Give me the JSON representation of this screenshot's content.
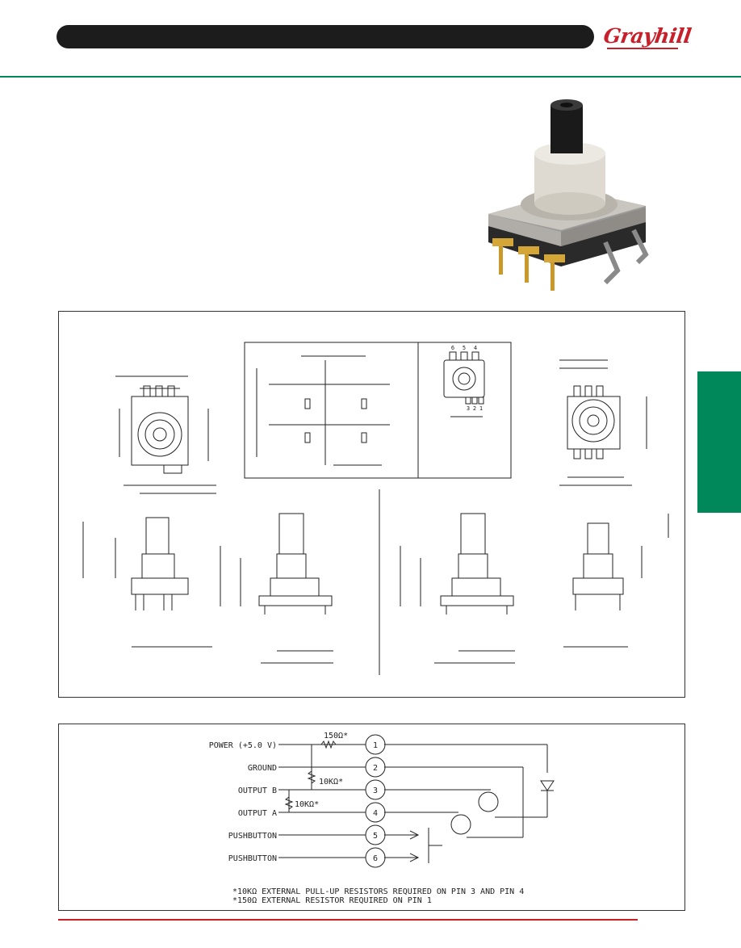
{
  "header": {
    "logo_text": "Grayhill",
    "brand_color": "#c8202a",
    "accent_color": "#00885a"
  },
  "schematic": {
    "labels": [
      "POWER (+5.0 V)",
      "GROUND",
      "OUTPUT B",
      "OUTPUT A",
      "PUSHBUTTON",
      "PUSHBUTTON"
    ],
    "pins": [
      "1",
      "2",
      "3",
      "4",
      "5",
      "6"
    ],
    "resistors": [
      "150Ω*",
      "10KΩ*",
      "10KΩ*"
    ],
    "notes": [
      "*10KΩ EXTERNAL PULL-UP RESISTORS REQUIRED ON PIN 3 AND PIN 4",
      "*150Ω EXTERNAL RESISTOR REQUIRED ON PIN 1"
    ]
  },
  "pinout_view": {
    "top_pins": [
      "6",
      "5",
      "4"
    ],
    "bottom_pins": [
      "3",
      "2",
      "1"
    ]
  }
}
